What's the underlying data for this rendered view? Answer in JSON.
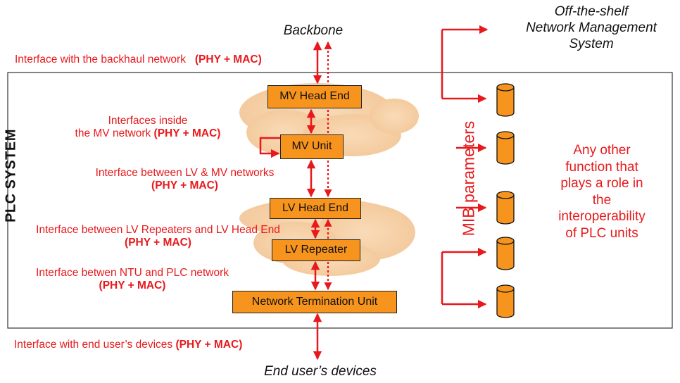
{
  "titles": {
    "backbone": "Backbone",
    "nms": [
      "Off-the-shelf",
      "Network Management",
      "System"
    ],
    "end_user": "End user’s devices",
    "system": "PLC SYSTEM"
  },
  "units": {
    "mv_head_end": "MV Head End",
    "mv_unit": "MV Unit",
    "lv_head_end": "LV Head End",
    "lv_repeater": "LV Repeater",
    "ntu": "Network Termination Unit"
  },
  "interfaces": {
    "backhaul": "Interface with the backhaul network",
    "inside_mv_1": "Interfaces inside",
    "inside_mv_2": "the MV network",
    "lv_mv": "Interface between LV & MV networks",
    "lv_rep": "Interface between LV Repeaters and LV Head End",
    "ntu_plc": "Interface betwen NTU and PLC network",
    "end_user": "Interface with end user’s devices",
    "phy_mac": "(PHY + MAC)"
  },
  "mib": "MIB parameters",
  "other_function": [
    "Any other",
    "function that",
    "plays a role in",
    "the",
    "interoperability",
    "of PLC units"
  ],
  "colors": {
    "accent": "#e8191c",
    "box_fill": "#f7941d",
    "cylinder_fill": "#f7941d",
    "cloud_fill": "#f6d2a8"
  }
}
